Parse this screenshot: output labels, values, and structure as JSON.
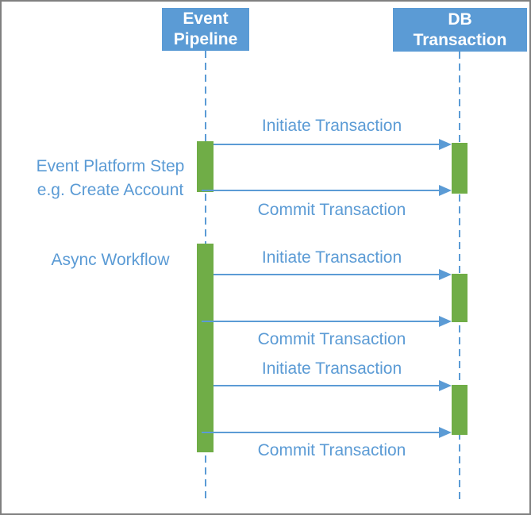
{
  "colors": {
    "blue": "#5B9BD5",
    "green": "#70AD47",
    "frame": "#808080",
    "bg": "#FFFFFF",
    "header-text": "#FFFFFF"
  },
  "diagram": {
    "type": "sequence-diagram",
    "actors": [
      {
        "id": "event-pipeline",
        "label": "Event\nPipeline"
      },
      {
        "id": "db-transaction",
        "label": "DB\nTransaction"
      }
    ],
    "annotations": [
      {
        "label": "Event Platform Step\ne.g. Create Account"
      },
      {
        "label": "Async Workflow"
      }
    ],
    "messages": [
      {
        "label": "Initiate Transaction",
        "from": "Event Pipeline",
        "to": "DB Transaction",
        "direction": "right"
      },
      {
        "label": "Commit Transaction",
        "from": "Event Pipeline",
        "to": "DB Transaction",
        "direction": "right"
      },
      {
        "label": "Initiate Transaction",
        "from": "Event Pipeline",
        "to": "DB Transaction",
        "direction": "right"
      },
      {
        "label": "Commit Transaction",
        "from": "Event Pipeline",
        "to": "DB Transaction",
        "direction": "right"
      },
      {
        "label": "Initiate Transaction",
        "from": "Event Pipeline",
        "to": "DB Transaction",
        "direction": "right"
      },
      {
        "label": "Commit Transaction",
        "from": "Event Pipeline",
        "to": "DB Transaction",
        "direction": "right"
      }
    ]
  }
}
